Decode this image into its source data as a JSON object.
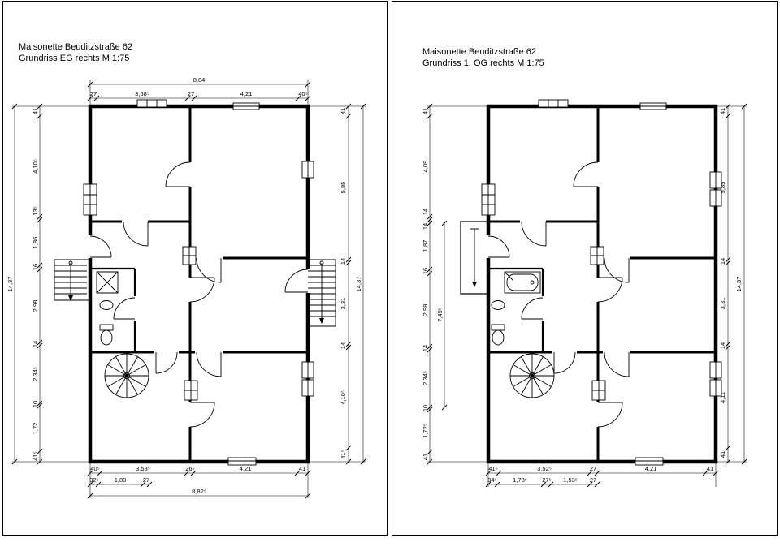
{
  "sheet": {
    "left_panel": {
      "title_line1": "Maisonette Beuditzstraße 62",
      "title_line2": "Grundriss EG rechts M 1:75",
      "dims": {
        "top_total": "8,84",
        "top_row": [
          "27",
          "3,68⁵",
          "27",
          "4,21",
          "40⁵"
        ],
        "left_total": "14,37",
        "left_row": [
          "41",
          "4,10⁵",
          "13⁵",
          "1,86",
          "16",
          "2,98",
          "14",
          "2,34⁵",
          "10",
          "1,72",
          "41⁵"
        ],
        "right_row": [
          "41",
          "5,85",
          "14",
          "3,31",
          "14",
          "4,10⁵",
          "41⁵"
        ],
        "right_total": "14,37",
        "bottom_row1": [
          "40⁵",
          "3,53⁵",
          "26⁵",
          "4,21",
          "41"
        ],
        "bottom_row2": [
          "32⁵",
          "1,80",
          "27"
        ],
        "bottom_total": "8,82⁵"
      }
    },
    "right_panel": {
      "title_line1": "Maisonette Beuditzstraße 62",
      "title_line2": "Grundriss 1. OG rechts M 1:75",
      "dims": {
        "left_row": [
          "41",
          "4,09",
          "14",
          "14",
          "1,87",
          "16",
          "2,98",
          "14",
          "2,34⁵",
          "10",
          "1,72⁵",
          "41"
        ],
        "left_partial": "7,49⁵",
        "right_row": [
          "41",
          "5,85",
          "14",
          "3,31",
          "14",
          "4,11",
          "41"
        ],
        "right_total": "14,37",
        "bottom_row1": [
          "41⁵",
          "3,52⁵",
          "27",
          "4,21",
          "41"
        ],
        "bottom_row2": [
          "34⁵",
          "1,78⁵",
          "27⁵",
          "1,53⁵",
          "27"
        ]
      }
    }
  }
}
